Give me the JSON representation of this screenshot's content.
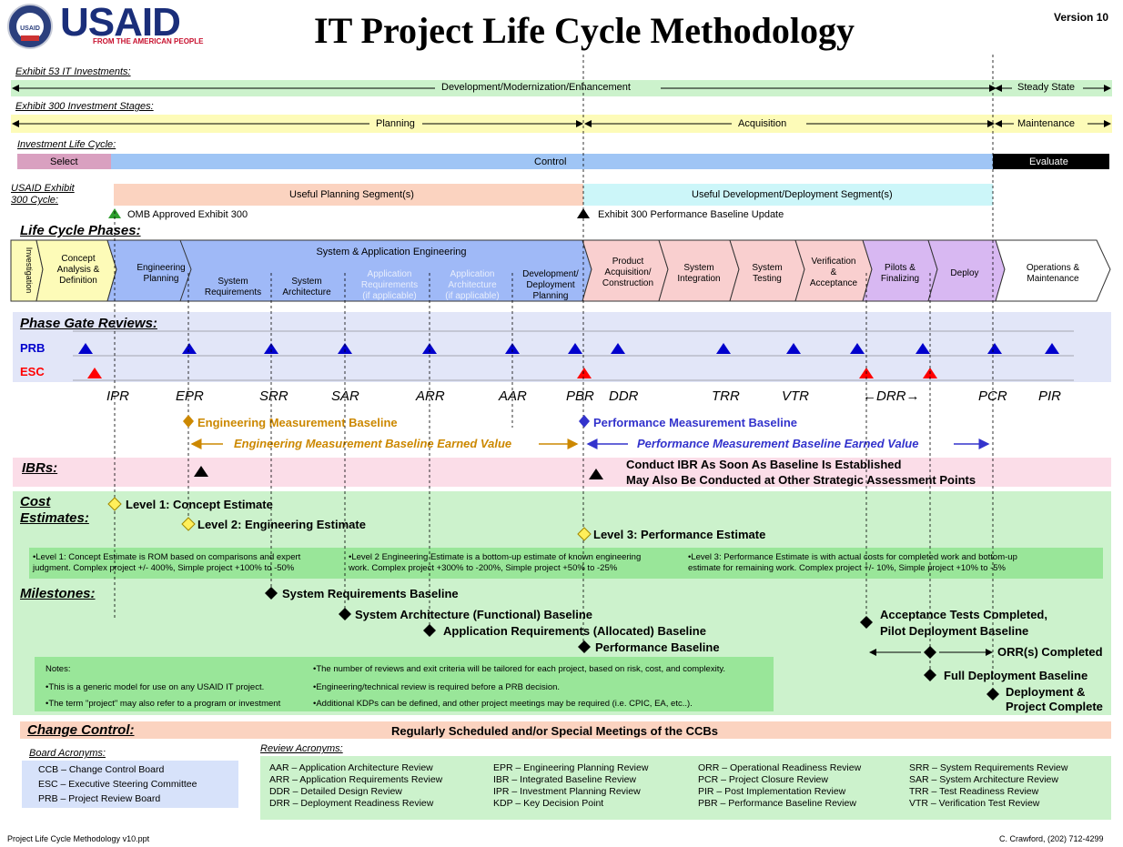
{
  "header": {
    "agency": "USAID",
    "tagline": "FROM THE AMERICAN PEOPLE",
    "seal_text": "USAID",
    "title": "IT Project Life Cycle Methodology",
    "version": "Version 10"
  },
  "exhibit53": {
    "label": "Exhibit 53 IT Investments:",
    "dme": "Development/Modernization/Enhancement",
    "steady": "Steady State"
  },
  "exhibit300": {
    "label": "Exhibit 300 Investment Stages:",
    "planning": "Planning",
    "acquisition": "Acquisition",
    "maintenance": "Maintenance"
  },
  "ilc": {
    "label": "Investment Life Cycle:",
    "select": "Select",
    "control": "Control",
    "evaluate": "Evaluate"
  },
  "cycle300": {
    "label1": "USAID Exhibit",
    "label2": "300 Cycle:",
    "useful_planning": "Useful Planning Segment(s)",
    "useful_dev": "Useful Development/Deployment Segment(s)",
    "omb": "OMB Approved Exhibit 300",
    "pbu": "Exhibit 300 Performance Baseline Update"
  },
  "phases": {
    "label": "Life Cycle Phases:",
    "group_label": "System & Application Engineering",
    "investigation": "Investigation",
    "items": [
      {
        "text": "Concept\nAnalysis &\nDefinition"
      },
      {
        "text": "Engineering\nPlanning"
      },
      {
        "text": "System\nRequirements"
      },
      {
        "text": "System\nArchitecture"
      },
      {
        "text": "Application\nRequirements\n(if applicable)"
      },
      {
        "text": "Application\nArchitecture\n(if applicable)"
      },
      {
        "text": "Development/\nDeployment\nPlanning"
      },
      {
        "text": "Product\nAcquisition/\nConstruction"
      },
      {
        "text": "System\nIntegration"
      },
      {
        "text": "System\nTesting"
      },
      {
        "text": "Verification\n&\nAcceptance"
      },
      {
        "text": "Pilots &\nFinalizing"
      },
      {
        "text": "Deploy"
      },
      {
        "text": "Operations &\nMaintenance"
      }
    ]
  },
  "gates": {
    "label": "Phase Gate Reviews:",
    "prb": "PRB",
    "esc": "ESC",
    "names": [
      "IPR",
      "EPR",
      "SRR",
      "SAR",
      "ARR",
      "AAR",
      "PBR",
      "DDR",
      "TRR",
      "VTR",
      "DRR",
      "PCR",
      "PIR"
    ],
    "drr_label": "←DRR→",
    "colors": {
      "prb": "#0000cc",
      "esc": "#ff0000"
    }
  },
  "baselines": {
    "emb": "Engineering Measurement Baseline",
    "pmb": "Performance Measurement Baseline",
    "emb_ev": "Engineering Measurement Baseline Earned Value",
    "pmb_ev": "Performance Measurement Baseline Earned Value"
  },
  "ibr": {
    "label": "IBRs:",
    "line1": "Conduct IBR As Soon As Baseline Is Established",
    "line2": "May Also Be Conducted at Other Strategic Assessment Points"
  },
  "cost": {
    "label1": "Cost",
    "label2": "Estimates:",
    "l1": "Level 1: Concept Estimate",
    "l2": "Level 2: Engineering Estimate",
    "l3": "Level 3: Performance Estimate",
    "n1a": "•Level 1: Concept Estimate is ROM based on comparisons and expert",
    "n1b": "judgment.  Complex project +/- 400%, Simple project +100% to -50%",
    "n2a": "•Level 2 Engineering Estimate is a bottom-up estimate of known engineering",
    "n2b": "work. Complex project +300% to -200%, Simple project +50% to -25%",
    "n3a": "•Level 3: Performance Estimate is with actual costs for completed work and bottom-up",
    "n3b": "estimate for remaining work. Complex project +/- 10%, Simple project +10% to -5%"
  },
  "milestones": {
    "label": "Milestones:",
    "srb": "System Requirements Baseline",
    "sab": "System Architecture (Functional) Baseline",
    "arb": "Application Requirements (Allocated) Baseline",
    "pb": "Performance Baseline",
    "atc1": "Acceptance Tests Completed,",
    "atc2": "Pilot Deployment Baseline",
    "orr": "ORR(s) Completed",
    "fdb": "Full Deployment Baseline",
    "dpc1": "Deployment &",
    "dpc2": "Project Complete"
  },
  "notes": {
    "title": "Notes:",
    "n1": "•This is a generic model for use on any USAID IT project.",
    "n2": "•The term \"project\" may also refer to a program or investment",
    "n3": "•The number of reviews and exit criteria will be tailored for each project, based on risk, cost, and complexity.",
    "n4": "•Engineering/technical review is required before a PRB decision.",
    "n5": "•Additional KDPs can be defined, and other project meetings may be required (i.e. CPIC, EA, etc..)."
  },
  "change_control": {
    "label": "Change Control:",
    "text": "Regularly Scheduled and/or Special Meetings of the CCBs"
  },
  "board_acronyms": {
    "label": "Board Acronyms:",
    "items": [
      "CCB – Change Control Board",
      "ESC – Executive Steering Committee",
      "PRB – Project Review Board"
    ]
  },
  "review_acronyms": {
    "label": "Review Acronyms:",
    "col1": [
      "AAR – Application Architecture Review",
      "ARR – Application Requirements Review",
      "DDR – Detailed Design Review",
      "DRR – Deployment Readiness Review"
    ],
    "col2": [
      "EPR – Engineering Planning Review",
      "IBR – Integrated Baseline Review",
      "IPR – Investment Planning Review",
      "KDP – Key Decision Point"
    ],
    "col3": [
      "ORR – Operational Readiness Review",
      "PCR – Project Closure Review",
      "PIR – Post Implementation Review",
      "PBR – Performance Baseline Review"
    ],
    "col4": [
      "SRR – System Requirements Review",
      "SAR – System Architecture Review",
      "TRR – Test Readiness Review",
      "VTR – Verification Test Review"
    ]
  },
  "footer": {
    "left": "Project Life Cycle Methodology v10.ppt",
    "right": "C. Crawford, (202) 712-4299"
  }
}
